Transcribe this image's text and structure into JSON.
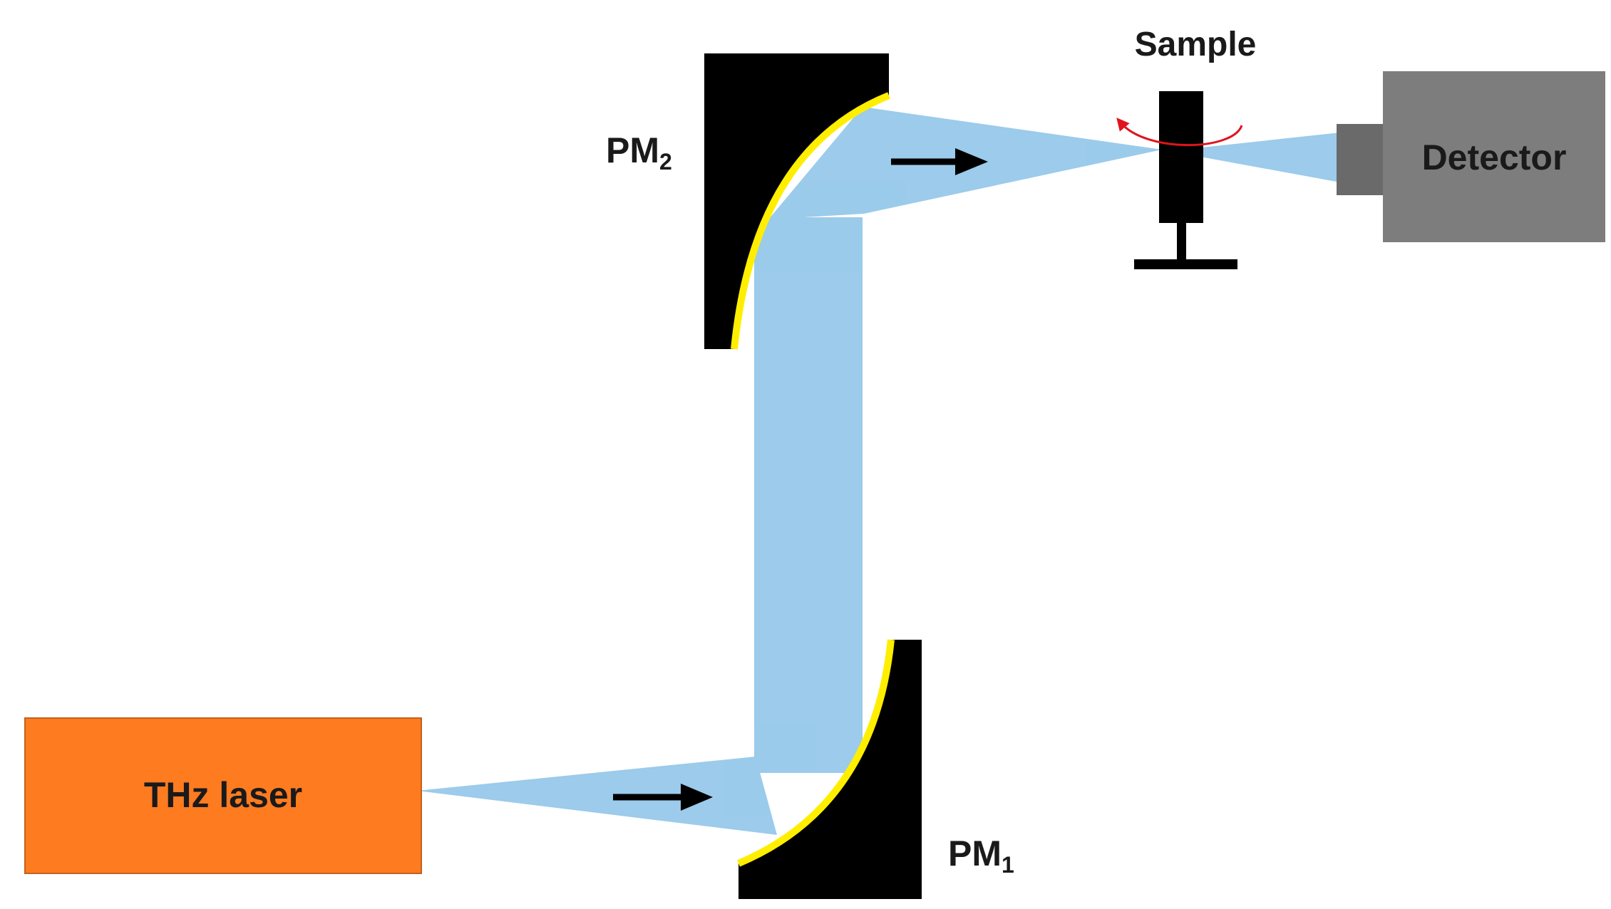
{
  "labels": {
    "sample": "Sample",
    "detector": "Detector",
    "laser": "THz laser",
    "pm2_main": "PM",
    "pm2_sub": "2",
    "pm1_main": "PM",
    "pm1_sub": "1"
  },
  "colors": {
    "beam": "#86c0e6",
    "laser_box": "#fe7b20",
    "detector_box": "#7d7d7d",
    "detector_window": "#6a6a6a",
    "mirror_body": "#000000",
    "mirror_coating": "#ffee00",
    "rotation_arrow": "#e0141c"
  }
}
